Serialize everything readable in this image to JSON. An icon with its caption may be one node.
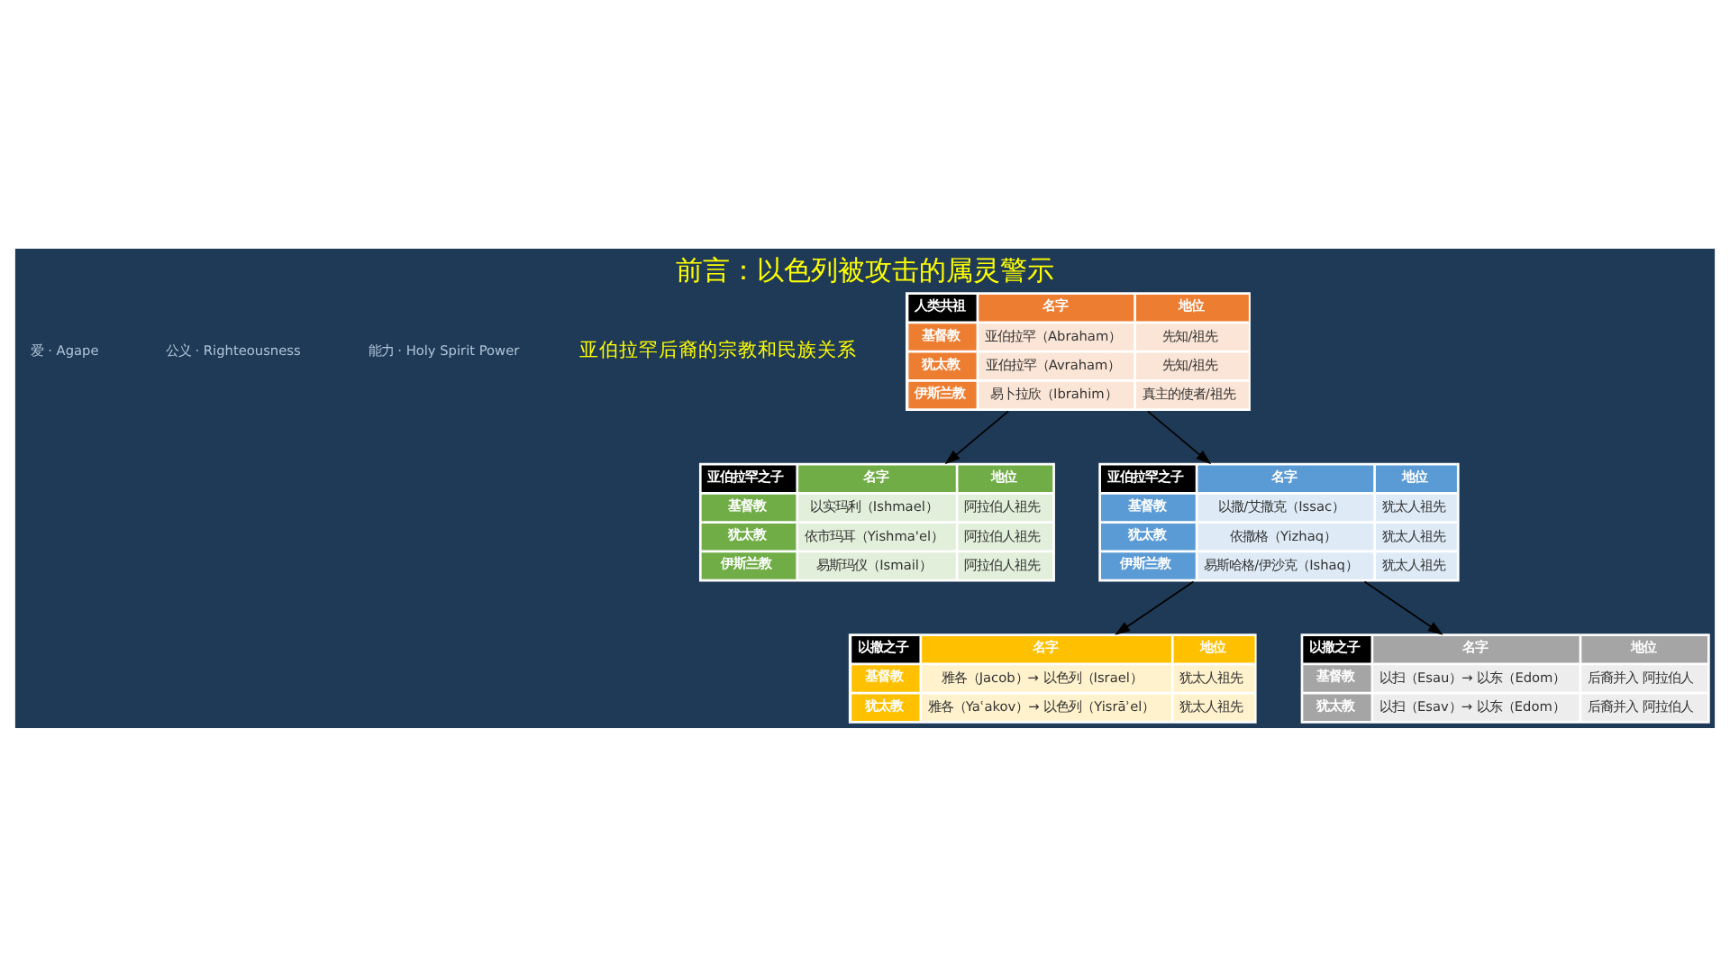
{
  "diagram": {
    "title": "前言：以色列被攻击的属灵警示",
    "nodes": [
      {
        "text": [
          "人类共祖",
          "名字",
          "地位",
          "基督教",
          "亚伯拉罕（Abraham）",
          "先知/祖先",
          "犹太教",
          "亚伯拉罕（Avraham）",
          "先知/祖先",
          "伊斯兰教",
          "易卜拉欣（Ibrahim）",
          "真主的使者/祖先"
        ]
      },
      {
        "text": [
          "亚伯拉罕之子",
          "名字",
          "地位",
          "基督教",
          "以实玛利（Ishmael）",
          "阿拉伯人祖先",
          "犹太教",
          "依市玛耳（Yishma'el）",
          "阿拉伯人祖先",
          "伊斯兰教",
          "易斯玛仪（Ismail）",
          "阿拉伯人祖先"
        ]
      },
      {
        "text": [
          "亚伯拉罕之子",
          "名字",
          "地位",
          "基督教",
          "以撒/艾撒克（Issac）",
          "犹太人祖先",
          "犹太教",
          "依撒格（Yizhaq）",
          "犹太人祖先",
          "伊斯兰教",
          "易斯哈格/伊沙克（Ishaq）",
          "犹太人祖先"
        ]
      },
      {
        "text": [
          "以撒之子",
          "名字",
          "地位",
          "基督教",
          "雅各（Jacob）→ 以色列（Israel）",
          "犹太人祖先",
          "犹太教",
          "雅各（Yaʿakov）→ 以色列（Yisrāʾel）",
          "犹太人祖先"
        ]
      },
      {
        "text": [
          "以撒之子",
          "名字",
          "地位",
          "基督教",
          "以扫（Esau）→ 以东（Edom）",
          "后裔并入 阿拉伯人",
          "犹太教",
          "以扫（Esav）→ 以东（Edom）",
          "后裔并入 阿拉伯人"
        ]
      }
    ],
    "edges": [
      {
        "from": 0,
        "to": 1,
        "arrow": "to"
      },
      {
        "from": 0,
        "to": 2,
        "arrow": "to"
      },
      {
        "from": 2,
        "to": 3,
        "arrow": "to"
      },
      {
        "from": 2,
        "to": 4,
        "arrow": "to"
      }
    ],
    "labels": [
      "爱 · Agape",
      "公义 · Righteousness",
      "能力 · Holy Spirit Power",
      "亚伯拉罕后裔的宗教和民族关系"
    ]
  }
}
